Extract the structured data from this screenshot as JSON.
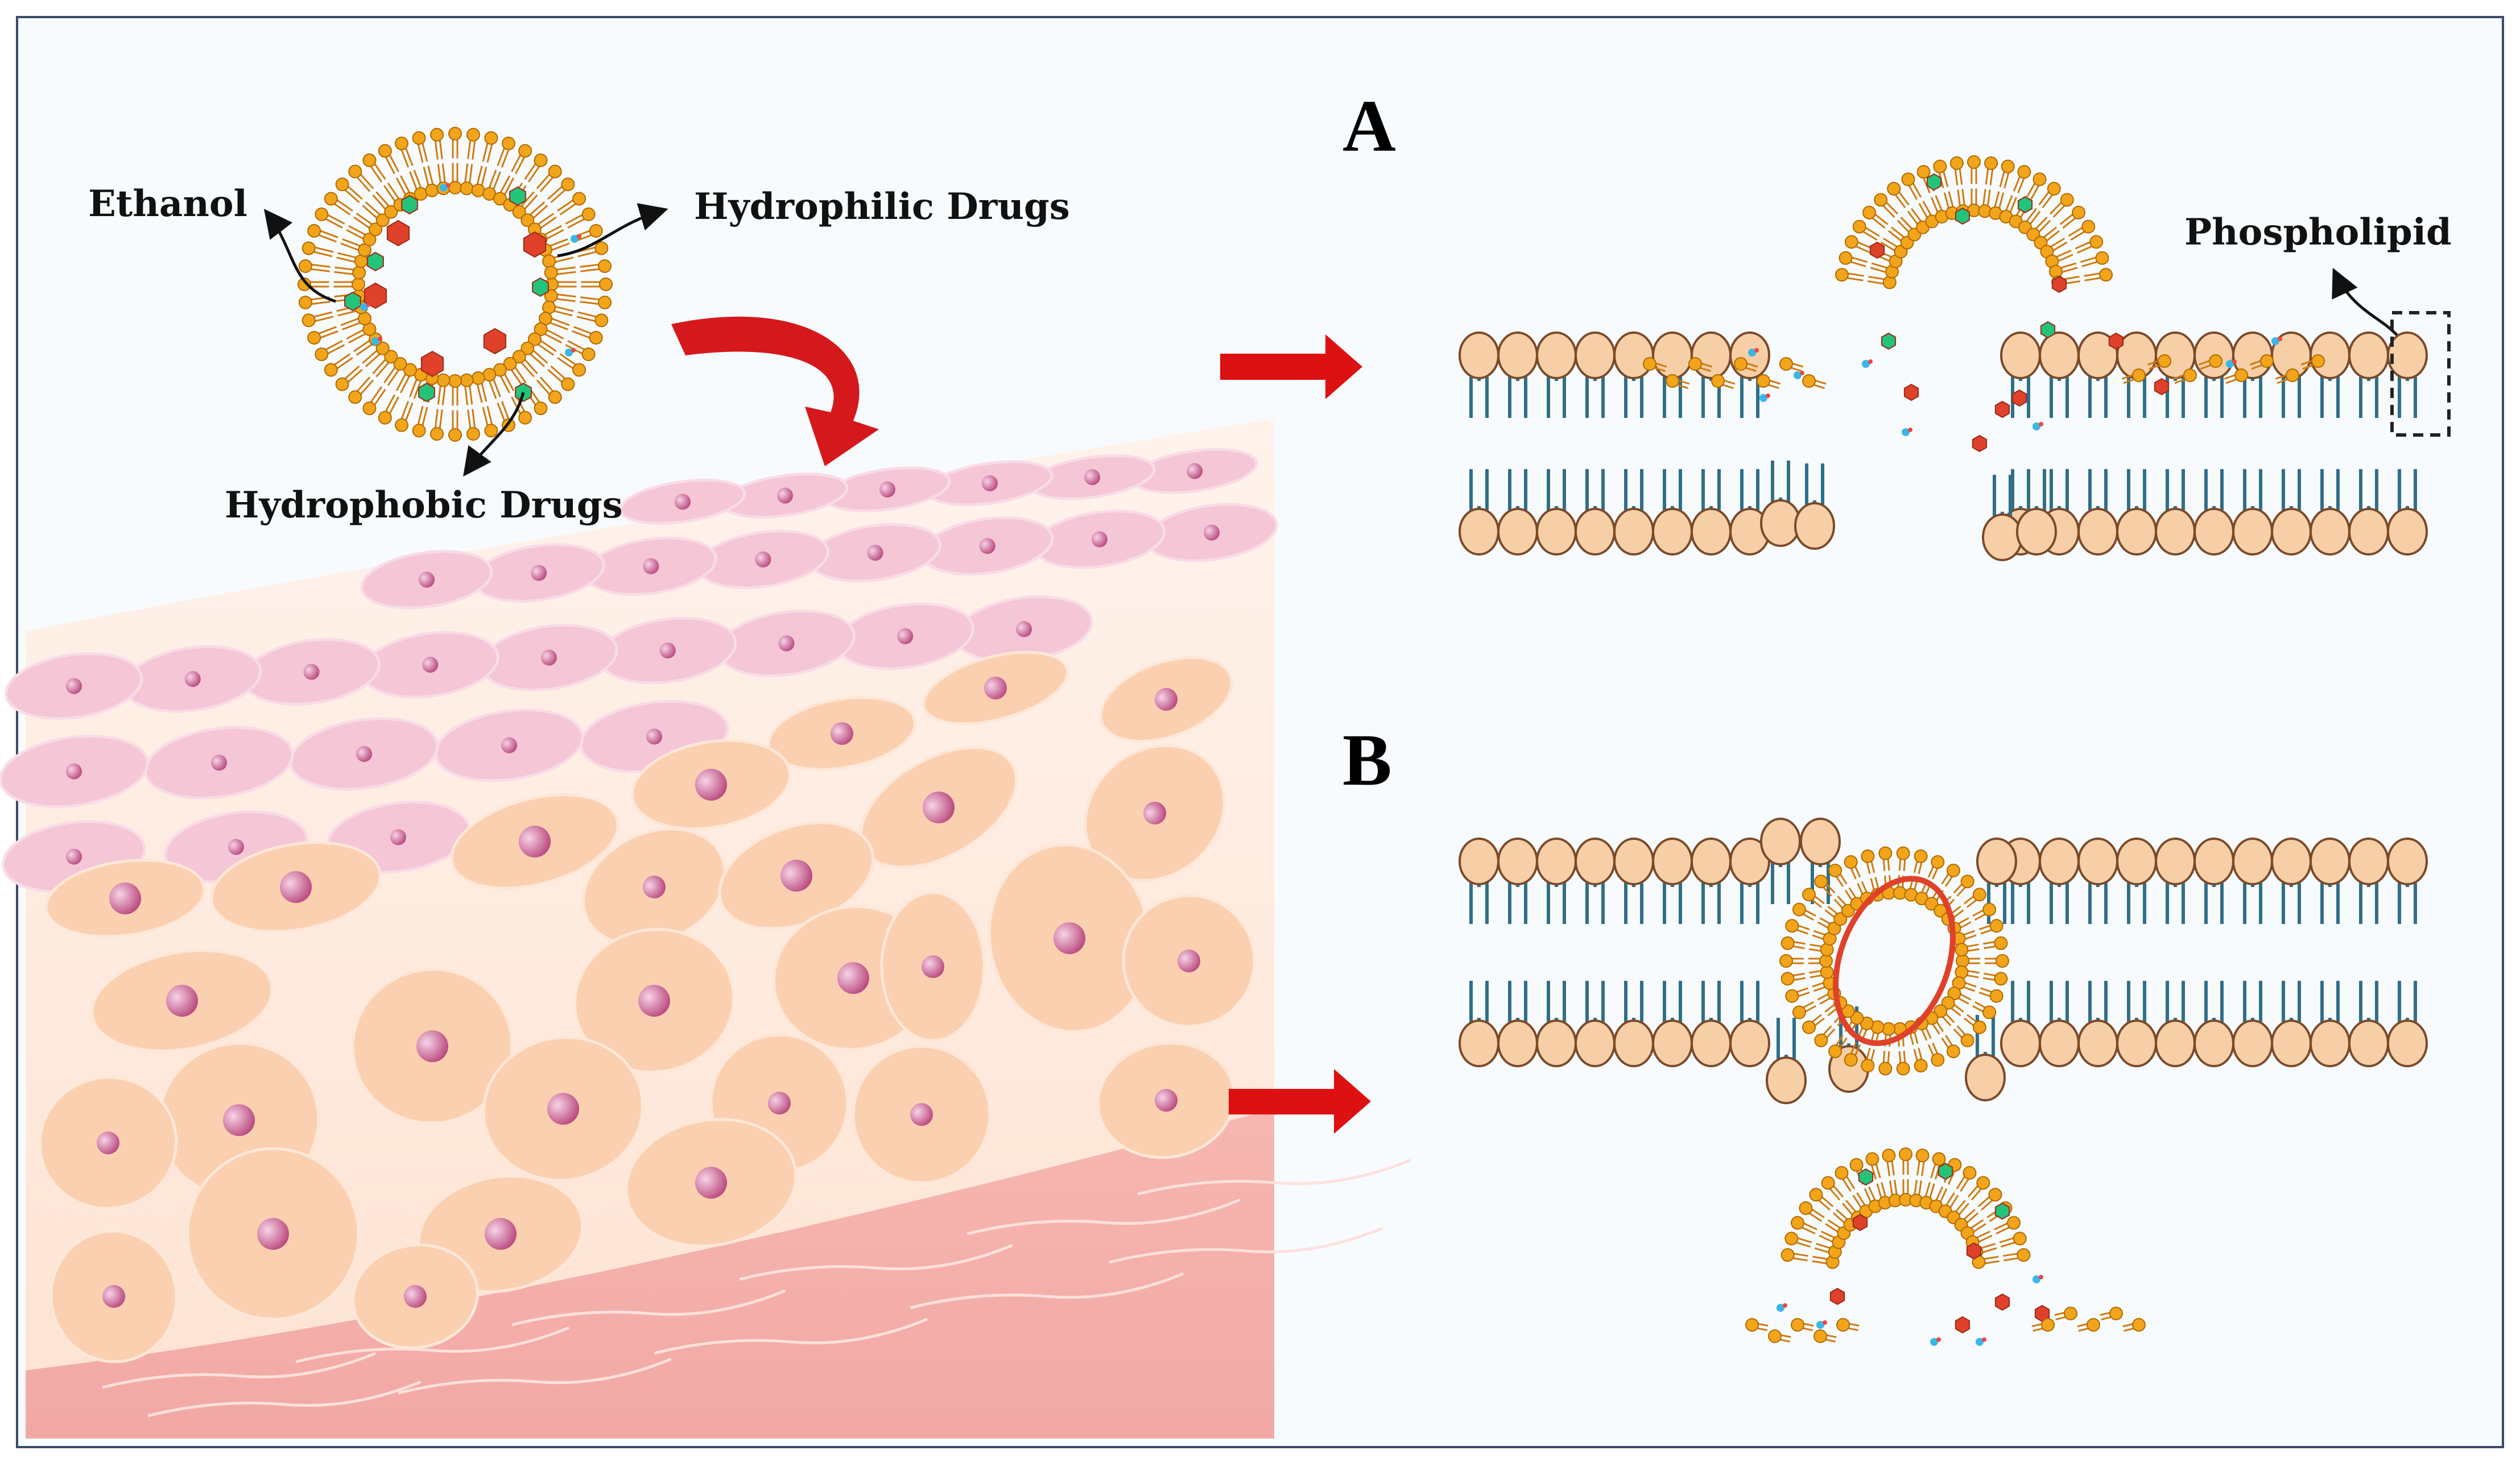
{
  "labels": {
    "ethanol": "Ethanol",
    "hydrophilic": "Hydrophilic Drugs",
    "hydrophobic": "Hydrophobic Drugs",
    "phospholipid": "Phospholipid",
    "panel_a": "A",
    "panel_b": "B"
  },
  "colors": {
    "frame": "#3b4a6b",
    "head": "#f6cfa6",
    "head_stroke": "#7a4a2a",
    "tail": "#2f6f8a",
    "vesicle_head": "#f2a51a",
    "hydrophilic_drug": "#e0412a",
    "hydrophobic_drug": "#22c47a",
    "ethanol": "#39b8e8",
    "arrow": "#dd1111",
    "skin_pink": "#f4c6d6",
    "skin_orange": "#fbd0b0",
    "dermis": "#f6b8b4",
    "nucleus": "#c9558a"
  },
  "icons": {
    "membrane": "phospholipid-bilayer",
    "vesicle": "ethosome-vesicle",
    "skin": "skin-layers"
  }
}
